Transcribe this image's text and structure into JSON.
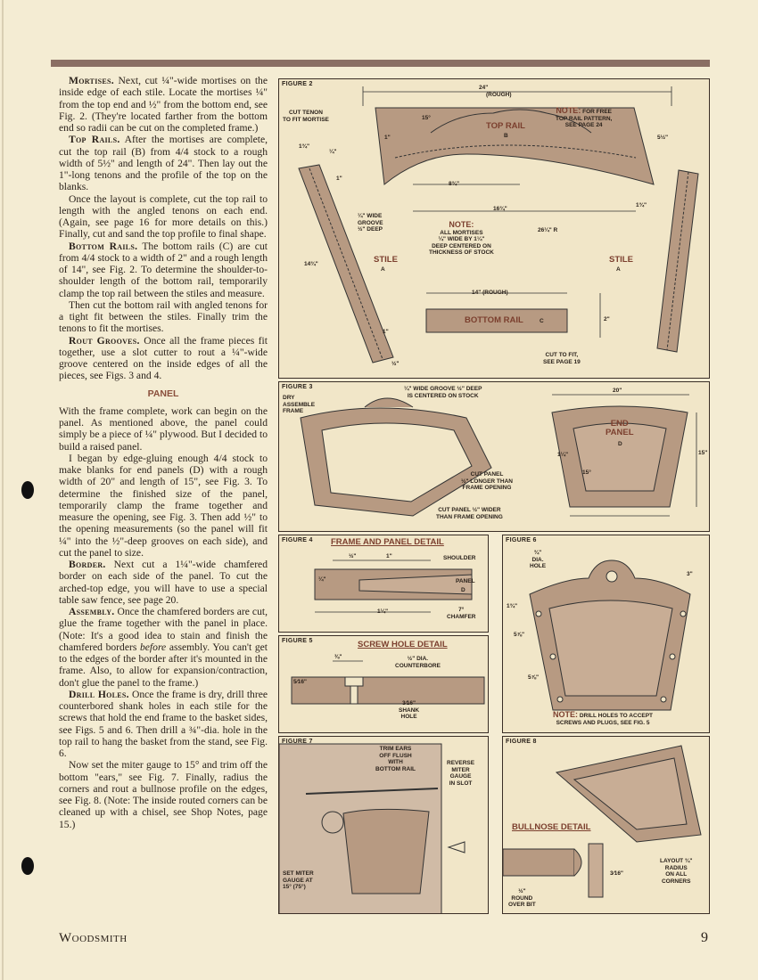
{
  "page": {
    "footer_brand": "Woodsmith",
    "page_number": "9"
  },
  "article": {
    "p1_head": "Mortises.",
    "p1": "Next, cut ¼\"-wide mortises on the inside edge of each stile. Locate the mortises ¼\" from the top end and ½\" from the bottom end, see Fig. 2. (They're located farther from the bottom end so radii can be cut on the completed frame.)",
    "p2_head": "Top Rails.",
    "p2": "After the mortises are complete, cut the top rail (B) from 4/4 stock to a rough width of 5½\" and length of 24\". Then lay out the 1\"-long tenons and the profile of the top on the blanks.",
    "p3": "Once the layout is complete, cut the top rail to length with the angled tenons on each end. (Again, see page 16 for more details on this.) Finally, cut and sand the top profile to final shape.",
    "p4_head": "Bottom Rails.",
    "p4": "The bottom rails (C) are cut from 4/4 stock to a width of 2\" and a rough length of 14\", see Fig. 2. To determine the shoulder-to-shoulder length of the bottom rail, temporarily clamp the top rail between the stiles and measure.",
    "p5": "Then cut the bottom rail with angled tenons for a tight fit between the stiles. Finally trim the tenons to fit the mortises.",
    "p6_head": "Rout Grooves.",
    "p6": "Once all the frame pieces fit together, use a slot cutter to rout a ¼\"-wide groove centered on the inside edges of all the pieces, see Figs. 3 and 4.",
    "panel_heading": "PANEL",
    "p7": "With the frame complete, work can begin on the panel. As mentioned above, the panel could simply be a piece of ¼\" plywood. But I decided to build a raised panel.",
    "p8": "I began by edge-gluing enough 4/4 stock to make blanks for end panels (D) with a rough width of 20\" and length of 15\", see Fig. 3. To determine the finished size of the panel, temporarily clamp the frame together and measure the opening, see Fig. 3. Then add ½\" to the opening measurements (so the panel will fit ¼\" into the ½\"-deep grooves on each side), and cut the panel to size.",
    "p9_head": "Border.",
    "p9": "Next cut a 1¼\"-wide chamfered border on each side of the panel. To cut the arched-top edge, you will have to use a special table saw fence, see page 20.",
    "p10_head": "Assembly.",
    "p10a": "Once the chamfered borders are cut, glue the frame together with the panel in place. (Note: It's a good idea to stain and finish the chamfered borders ",
    "p10_em": "before",
    "p10b": " assembly. You can't get to the edges of the border after it's mounted in the frame. Also, to allow for expansion/contraction, don't glue the panel to the frame.)",
    "p11_head": "Drill Holes.",
    "p11": "Once the frame is dry, drill three counterbored shank holes in each stile for the screws that hold the end frame to the basket sides, see Figs. 5 and 6. Then drill a ¾\"-dia. hole in the top rail to hang the basket from the stand, see Fig. 6.",
    "p12": "Now set the miter gauge to 15° and trim off the bottom \"ears,\" see Fig. 7. Finally, radius the corners and rout a bullnose profile on the edges, see Fig. 8. (Note: The inside routed corners can be cleaned up with a chisel, see Shop Notes, page 15.)"
  },
  "figures": {
    "fig2": {
      "label": "FIGURE 2",
      "dim_24": "24\"",
      "rough": "(ROUGH)",
      "cut_tenon": "CUT TENON\nTO FIT MORTISE",
      "deg15": "15°",
      "d1a": "1\"",
      "d1_3_4": "1¾\"",
      "d1_4a": "¼\"",
      "top_rail": "TOP RAIL",
      "top_rail_id": "B",
      "note_head": "NOTE:",
      "note_free": "FOR FREE\nTOP RAIL PATTERN,\nSEE PAGE 24",
      "d5_5": "5½\"",
      "d1_3_4b": "1¾\"",
      "d8": "8¾\"",
      "d16": "16¾\"",
      "d1b": "1\"",
      "groove": "¼\" WIDE\nGROOVE\n½\" DEEP",
      "note2_head": "NOTE:",
      "note2": "ALL MORTISES\n¼\" WIDE BY 1¼\"\nDEEP CENTERED ON\nTHICKNESS OF STOCK",
      "r26": "26¼\" R",
      "stile_l": "STILE",
      "stile_l_id": "A",
      "stile_r": "STILE",
      "stile_r_id": "A",
      "d14_3_4": "14¾\"",
      "d14": "14\" (ROUGH)",
      "bottom_rail": "BOTTOM RAIL",
      "bottom_rail_id": "C",
      "d2": "2\"",
      "d1c": "1\"",
      "d1_2": "½\"",
      "cut_fit": "CUT TO FIT,\nSEE PAGE 19"
    },
    "fig3": {
      "label": "FIGURE 3",
      "dry": "DRY\nASSEMBLE\nFRAME",
      "groove": "¼\" WIDE GROOVE ½\" DEEP\nIS CENTERED ON STOCK",
      "d20": "20\"",
      "end_panel": "END\nPANEL",
      "end_panel_id": "D",
      "d1_1_4": "1¼\"",
      "deg15": "15°",
      "d15": "15\"",
      "cut_longer": "CUT PANEL\n½\" LONGER THAN\nFRAME OPENING",
      "cut_wider": "CUT PANEL ½\" WIDER\nTHAN FRAME OPENING"
    },
    "fig4": {
      "label": "FIGURE 4",
      "title": "FRAME AND PANEL DETAIL",
      "d1_2": "½\"",
      "d1": "1\"",
      "shoulder": "SHOULDER",
      "d1_4": "¼\"",
      "panel": "PANEL",
      "panel_id": "D",
      "d1_1_4": "1¼\"",
      "chamfer": "7°\nCHAMFER"
    },
    "fig5": {
      "label": "FIGURE 5",
      "title": "SCREW HOLE DETAIL",
      "d3_8": "⅜\"",
      "counterbore": "½\" DIA.\nCOUNTERBORE",
      "d5_16": "5⁄16\"",
      "shank": "3⁄16\"\nSHANK\nHOLE"
    },
    "fig6": {
      "label": "FIGURE 6",
      "dia_hole": "¾\"\nDIA.\nHOLE",
      "d3": "3\"",
      "d1_3_4": "1¾\"",
      "d5_1": "5⅞\"",
      "d5_2": "5⅞\"",
      "note_head": "NOTE:",
      "note": "DRILL HOLES TO ACCEPT\nSCREWS AND PLUGS, SEE FIG. 5"
    },
    "fig7": {
      "label": "FIGURE 7",
      "trim": "TRIM EARS\nOFF FLUSH\nWITH\nBOTTOM RAIL",
      "reverse": "REVERSE\nMITER\nGAUGE\nIN SLOT",
      "set_miter": "SET MITER\nGAUGE AT\n15° (75°)"
    },
    "fig8": {
      "label": "FIGURE 8",
      "bullnose": "BULLNOSE DETAIL",
      "d3_16": "3⁄16\"",
      "layout": "LAYOUT ¾\"\nRADIUS\nON ALL\nCORNERS",
      "round_over": "½\"\nROUND\nOVER BIT"
    }
  },
  "colors": {
    "page_bg": "#f4ecd3",
    "bar": "#8a6e63",
    "accent": "#7b3f2e",
    "wood": "#a98a74"
  }
}
